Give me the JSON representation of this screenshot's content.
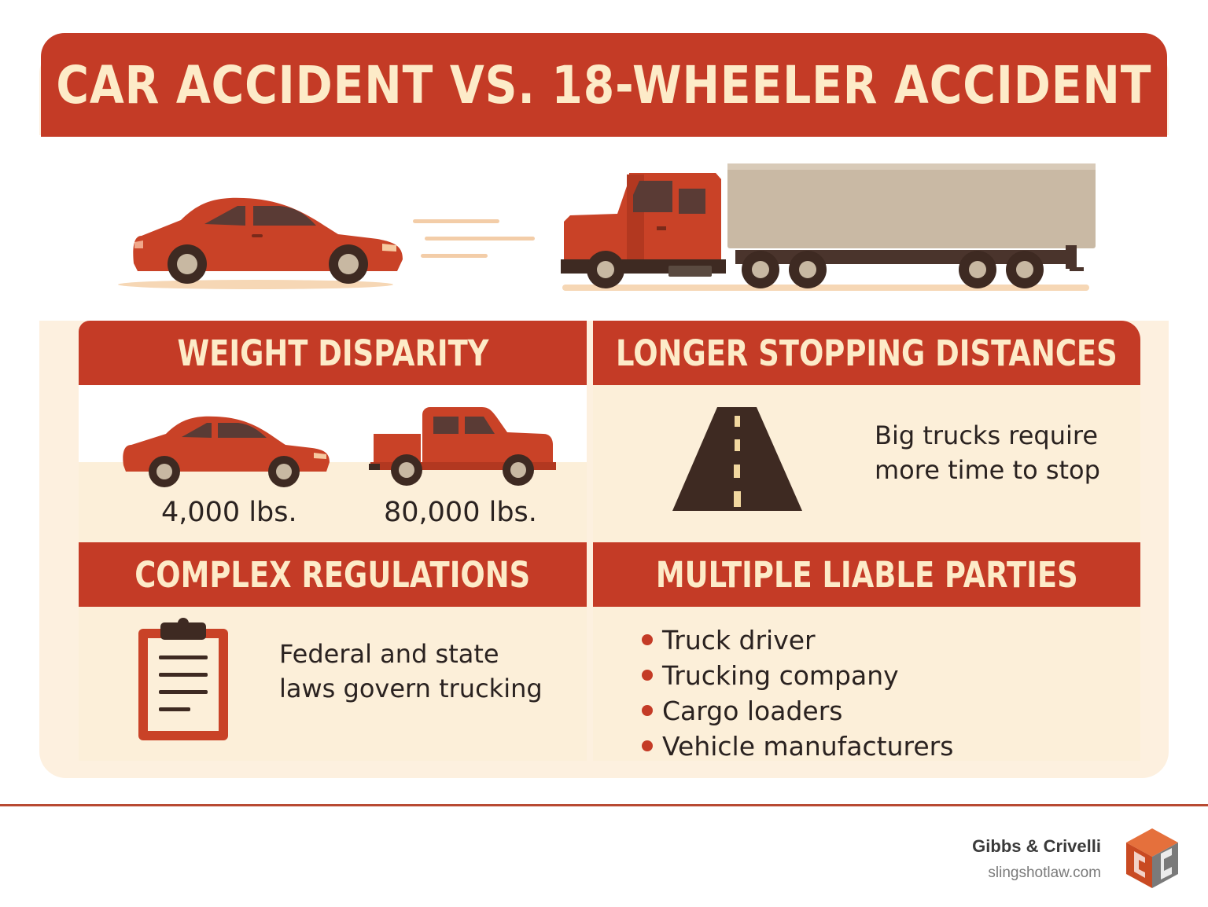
{
  "title": "CAR ACCIDENT VS. 18-WHEELER ACCIDENT",
  "panels": {
    "weight": {
      "heading": "WEIGHT DISPARITY",
      "car_weight": "4,000 lbs.",
      "truck_weight": "80,000 lbs."
    },
    "stopping": {
      "heading": "LONGER STOPPING DISTANCES",
      "line1": "Big trucks require",
      "line2": "more time to stop"
    },
    "regulations": {
      "heading": "COMPLEX REGULATIONS",
      "line1": "Federal and state",
      "line2": "laws govern trucking"
    },
    "liable": {
      "heading": "MULTIPLE LIABLE PARTIES",
      "items": [
        "Truck driver",
        "Trucking company",
        "Cargo loaders",
        "Vehicle manufacturers"
      ]
    }
  },
  "footer": {
    "brand_name": "Gibbs & Crivelli",
    "website": "slingshotlaw.com"
  },
  "icons": [
    "car-icon",
    "semi-truck-icon",
    "pickup-truck-icon",
    "road-icon",
    "clipboard-icon",
    "gc-logo-icon"
  ],
  "colors": {
    "accent_red": "#c43b26",
    "cream": "#fcefd9",
    "heading_text": "#fdebc8",
    "trailer": "#c9b9a4",
    "dark": "#3e2a22"
  }
}
